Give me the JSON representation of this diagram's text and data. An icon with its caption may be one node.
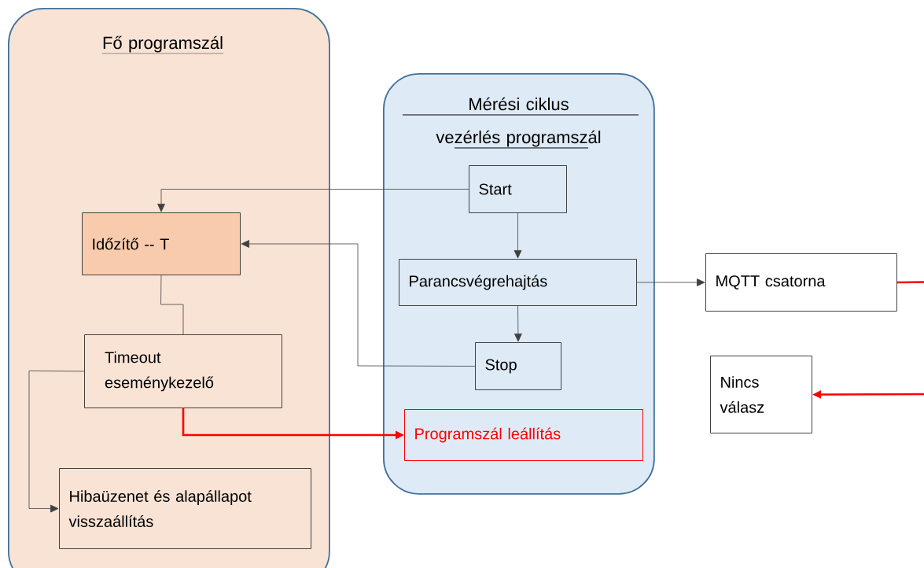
{
  "diagram": {
    "nodes": [
      {
        "text": [
          "Fő programszál"
        ]
      },
      {
        "text": [
          "Időzítő -- T"
        ],
        "in": 0
      },
      {
        "text": [
          "Timeout eseménykezelő"
        ],
        "in": 0
      },
      {
        "text": [
          "Hibaüzenet és alapállapot visszaállítás"
        ],
        "in": 0
      },
      {
        "text": [
          "Mérési ciklus vezérlés programszál"
        ]
      },
      {
        "text": [
          "Start"
        ],
        "in": 4
      },
      {
        "text": [
          "Parancsvégrehajtás"
        ],
        "in": 4
      },
      {
        "text": [
          "Stop"
        ],
        "in": 4
      },
      {
        "text": [
          "Programszál leállítás"
        ],
        "in": 4
      },
      {
        "text": [
          "MQTT csatorna"
        ]
      },
      {
        "text": [
          "Nincs válasz"
        ]
      }
    ],
    "edges": [
      {
        "from": 5,
        "to": 1,
        "arrow": "to"
      },
      {
        "from": 7,
        "to": 1,
        "arrow": "to"
      },
      {
        "from": 1,
        "to": 2,
        "arrow": "none"
      },
      {
        "from": 2,
        "to": 3,
        "arrow": "to"
      },
      {
        "from": 2,
        "to": 8,
        "arrow": "to",
        "style": "thick",
        "color": "#ff0000"
      },
      {
        "from": 5,
        "to": 6,
        "arrow": "to"
      },
      {
        "from": 6,
        "to": 7,
        "arrow": "to"
      },
      {
        "from": 6,
        "to": 9,
        "arrow": "to"
      },
      {
        "from": 9,
        "to": null,
        "arrow": "none",
        "style": "thick",
        "color": "#ff0000"
      },
      {
        "from": null,
        "to": 10,
        "arrow": "to",
        "style": "thick",
        "color": "#ff0000"
      }
    ]
  }
}
